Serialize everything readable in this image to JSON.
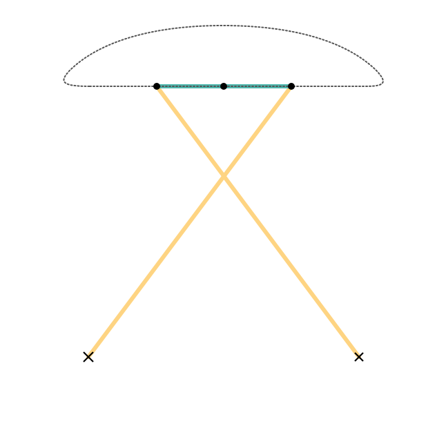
{
  "colors": {
    "background": "#ffffff",
    "rays": "#fed482",
    "segment": "#4db6ac",
    "outline": "#555555",
    "points": "#000000",
    "markers": "#000000"
  },
  "shapes": {
    "closed_curve": {
      "style": "dotted",
      "color": "#555555"
    },
    "crossing_lines": {
      "count": 2,
      "color": "#fed482"
    },
    "highlight_segment": {
      "color": "#4db6ac"
    },
    "dots": {
      "count": 3,
      "shape": "filled-circle"
    },
    "endpoints": {
      "count": 2,
      "shape": "x-cross"
    }
  }
}
